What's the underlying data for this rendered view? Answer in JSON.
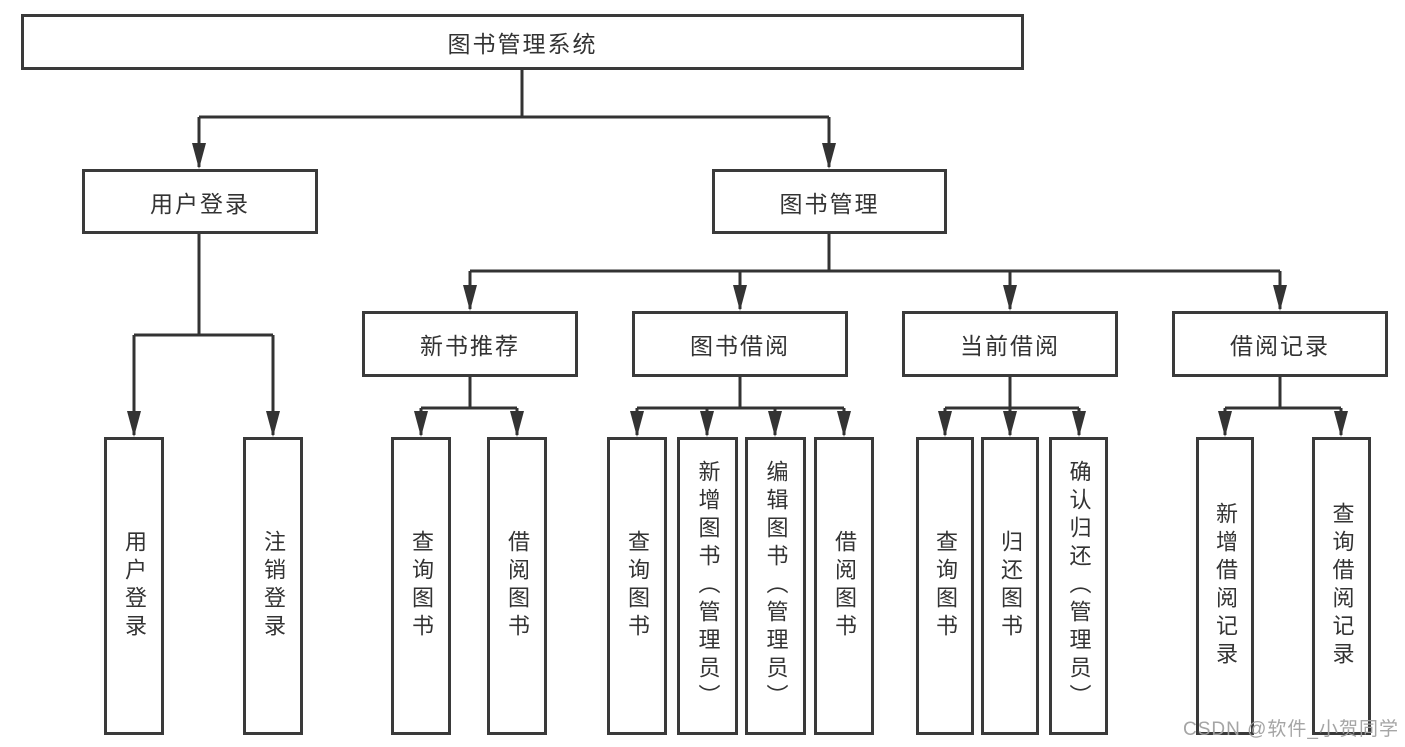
{
  "diagram_type": "hierarchy-tree",
  "colors": {
    "line": "#333333",
    "box_border": "#3a3a3a",
    "box_fill": "#ffffff",
    "text": "#333333",
    "watermark": "#a0a0a0"
  },
  "tree": {
    "label": "图书管理系统",
    "children": [
      {
        "label": "用户登录",
        "children": [
          {
            "label": "用户登录"
          },
          {
            "label": "注销登录"
          }
        ]
      },
      {
        "label": "图书管理",
        "children": [
          {
            "label": "新书推荐",
            "children": [
              {
                "label": "查询图书"
              },
              {
                "label": "借阅图书"
              }
            ]
          },
          {
            "label": "图书借阅",
            "children": [
              {
                "label": "查询图书"
              },
              {
                "label": "新增图书（管理员）"
              },
              {
                "label": "编辑图书（管理员）"
              },
              {
                "label": "借阅图书"
              }
            ]
          },
          {
            "label": "当前借阅",
            "children": [
              {
                "label": "查询图书"
              },
              {
                "label": "归还图书"
              },
              {
                "label": "确认归还（管理员）"
              }
            ]
          },
          {
            "label": "借阅记录",
            "children": [
              {
                "label": "新增借阅记录"
              },
              {
                "label": "查询借阅记录"
              }
            ]
          }
        ]
      }
    ]
  },
  "watermark": {
    "text": "CSDN @软件_小贺同学"
  }
}
